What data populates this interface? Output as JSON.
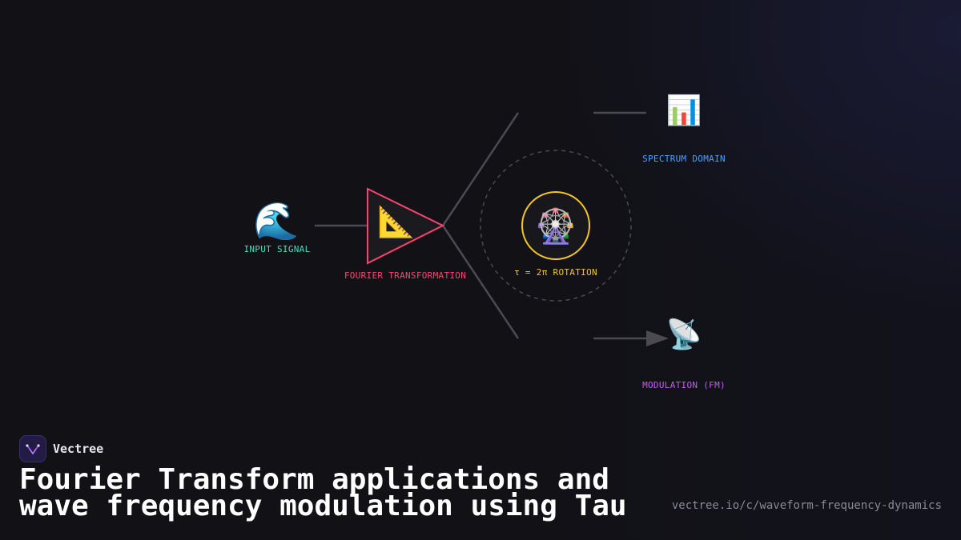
{
  "diagram": {
    "nodes": {
      "input": {
        "label": "INPUT SIGNAL",
        "icon": "wave-icon",
        "glyph": "🌊",
        "color": "#3ee0c0"
      },
      "fourier": {
        "label": "FOURIER TRANSFORMATION",
        "icon": "triangular-ruler-icon",
        "glyph": "📐",
        "color": "#ff4470"
      },
      "tau": {
        "label": "τ = 2π ROTATION",
        "icon": "ferris-wheel-icon",
        "glyph": "🎡",
        "color": "#f2c62a"
      },
      "spectrum": {
        "label": "SPECTRUM DOMAIN",
        "icon": "bar-chart-icon",
        "glyph": "📊",
        "color": "#4aa0ff"
      },
      "modulation": {
        "label": "MODULATION (FM)",
        "icon": "satellite-antenna-icon",
        "glyph": "📡",
        "color": "#c65cf0"
      }
    },
    "edge_color": "#4a4a50"
  },
  "brand": {
    "name": "Vectree",
    "logo_icon": "vectree-logo-icon",
    "accent": "#a855f7"
  },
  "title": {
    "line1": "Fourier Transform applications and",
    "line2": "wave frequency modulation using Tau"
  },
  "url": "vectree.io/c/waveform-frequency-dynamics"
}
